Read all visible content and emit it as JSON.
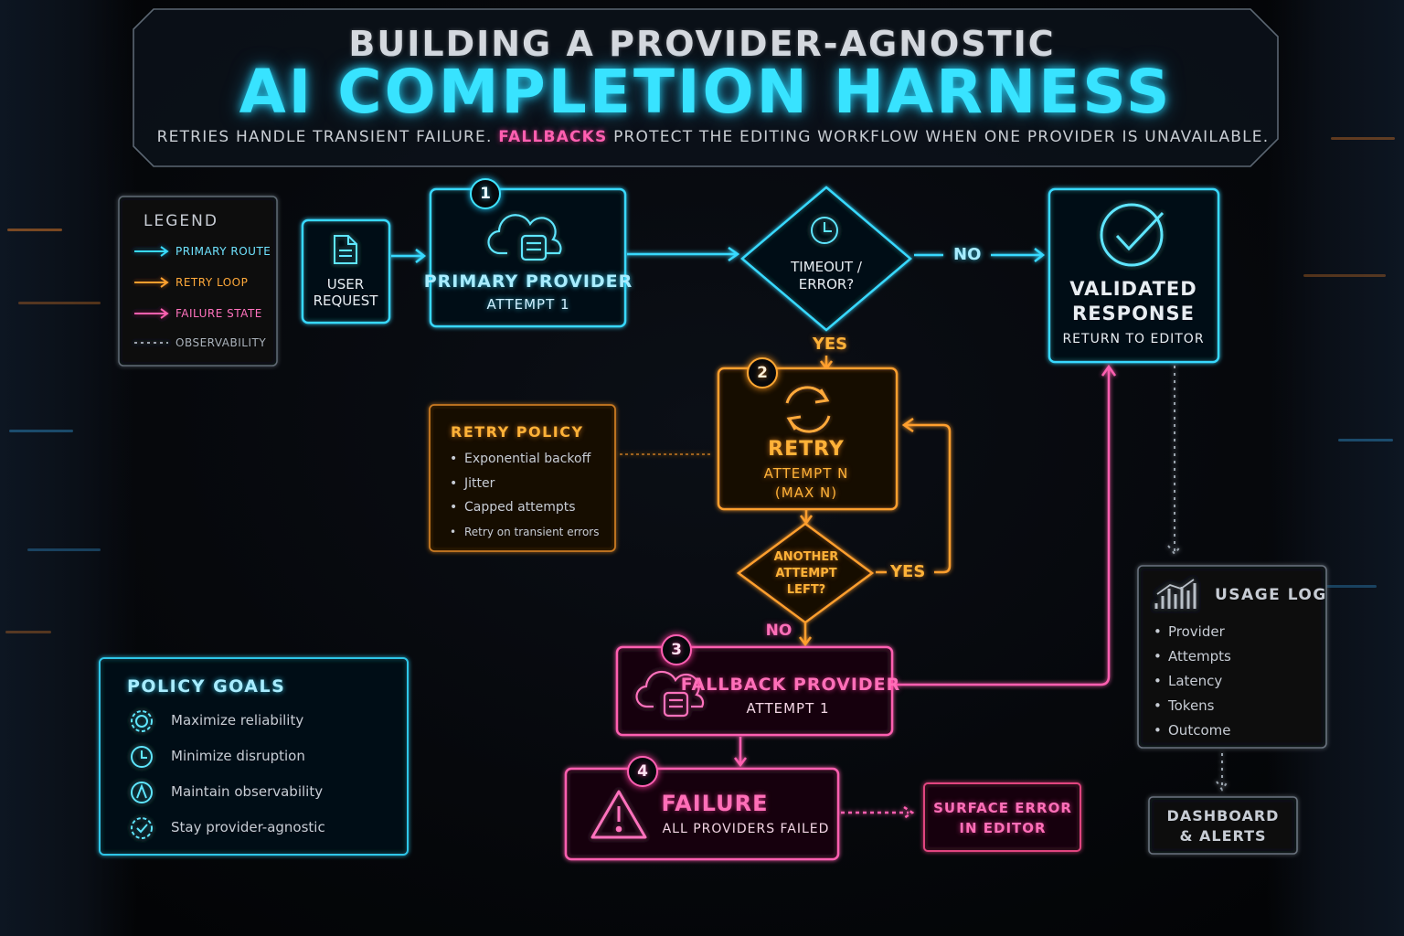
{
  "title": {
    "line1": "BUILDING A PROVIDER-AGNOSTIC",
    "line2": "AI COMPLETION HARNESS",
    "subtitle_pre": "RETRIES HANDLE TRANSIENT FAILURE.",
    "subtitle_highlight": "FALLBACKS",
    "subtitle_post": "PROTECT THE EDITING WORKFLOW WHEN ONE PROVIDER IS UNAVAILABLE."
  },
  "legend": {
    "heading": "LEGEND",
    "items": [
      {
        "label": "PRIMARY ROUTE",
        "color": "#38d9ff"
      },
      {
        "label": "RETRY LOOP",
        "color": "#ff9f2e"
      },
      {
        "label": "FAILURE STATE",
        "color": "#ff5fb0"
      },
      {
        "label": "OBSERVABILITY",
        "color": "#9aa3ad"
      }
    ]
  },
  "user_request": {
    "line1": "USER",
    "line2": "REQUEST",
    "icon": "document-icon"
  },
  "primary": {
    "step": "1",
    "title": "PRIMARY PROVIDER",
    "sub": "ATTEMPT 1",
    "icon": "cloud-server-icon"
  },
  "timeout": {
    "line1": "TIMEOUT /",
    "line2": "ERROR?",
    "no_label": "NO",
    "yes_label": "YES"
  },
  "validated": {
    "line1": "VALIDATED",
    "line2": "RESPONSE",
    "sub": "RETURN TO EDITOR",
    "icon": "checkmark-circle-icon"
  },
  "retry": {
    "step": "2",
    "title": "RETRY",
    "sub1": "ATTEMPT N",
    "sub2": "(MAX N)",
    "icon": "refresh-icon"
  },
  "retry_policy": {
    "heading": "RETRY POLICY",
    "items": [
      "Exponential backoff",
      "Jitter",
      "Capped attempts",
      "Retry on transient errors"
    ]
  },
  "another": {
    "line1": "ANOTHER",
    "line2": "ATTEMPT",
    "line3": "LEFT?",
    "yes_label": "YES",
    "no_label": "NO"
  },
  "fallback": {
    "step": "3",
    "title": "FALLBACK PROVIDER",
    "sub": "ATTEMPT 1",
    "icon": "cloud-server-icon"
  },
  "failure": {
    "step": "4",
    "title": "FAILURE",
    "sub": "ALL PROVIDERS FAILED",
    "icon": "warning-triangle-icon"
  },
  "surface_error": {
    "line1": "SURFACE ERROR",
    "line2": "IN EDITOR"
  },
  "usage_log": {
    "heading": "USAGE LOG",
    "items": [
      "Provider",
      "Attempts",
      "Latency",
      "Tokens",
      "Outcome"
    ],
    "icon": "bar-chart-icon"
  },
  "dashboard": {
    "line1": "DASHBOARD",
    "line2": "& ALERTS"
  },
  "policy_goals": {
    "heading": "POLICY GOALS",
    "items": [
      {
        "label": "Maximize reliability",
        "icon": "gear-icon"
      },
      {
        "label": "Minimize disruption",
        "icon": "clock-icon"
      },
      {
        "label": "Maintain observability",
        "icon": "compass-icon"
      },
      {
        "label": "Stay provider-agnostic",
        "icon": "gear-check-icon"
      }
    ]
  },
  "colors": {
    "cyan": "#38d9ff",
    "orange": "#ff9f2e",
    "pink": "#ff5fb0",
    "gray": "#9aa3ad"
  }
}
